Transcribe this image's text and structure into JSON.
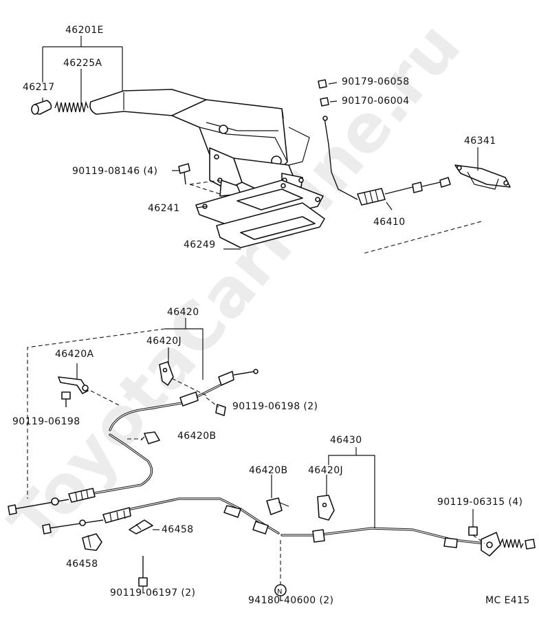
{
  "watermark": "ToyotaCarMine.ru",
  "diagram_code": "MC E415",
  "parts": {
    "p46201E": "46201E",
    "p46225A": "46225A",
    "p46217": "46217",
    "p90179_06058": "90179-06058",
    "p90170_06004": "90170-06004",
    "p46341": "46341",
    "p90119_08146": "90119-08146 (4)",
    "p46241": "46241",
    "p46410": "46410",
    "p46249": "46249",
    "p46420": "46420",
    "p46420J_a": "46420J",
    "p46420A": "46420A",
    "p90119_06198_2": "90119-06198 (2)",
    "p90119_06198": "90119-06198",
    "p46420B_a": "46420B",
    "p46430": "46430",
    "p46420B_b": "46420B",
    "p46420J_b": "46420J",
    "p90119_06315": "90119-06315 (4)",
    "p46458_a": "46458",
    "p46458_b": "46458",
    "p90119_06197": "90119-06197 (2)",
    "p94180_40600": "94180-40600 (2)",
    "nut_symbol": "N"
  }
}
